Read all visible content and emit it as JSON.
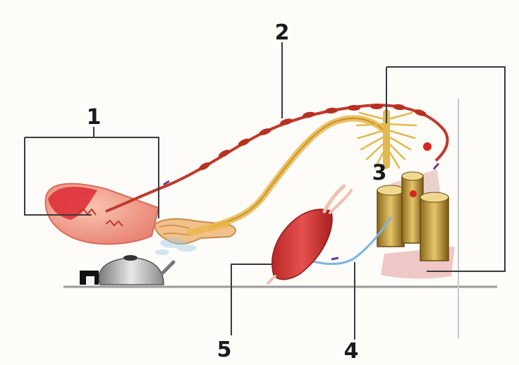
{
  "labels": {
    "one": "1",
    "two": "2",
    "three": "3",
    "four": "4",
    "five": "5"
  },
  "colors": {
    "skin": "#e3555a",
    "skin_light": "#f6b39c",
    "motor_nerve": "#c0392b",
    "sensory_nerve": "#e8b64a",
    "spinal_cord": "#f2dca0",
    "muscle": "#d43a3a",
    "efferent_blue": "#7ab6df",
    "receptor_purple": "#6e3a92",
    "kettle": "#b8b8b8",
    "frame_line": "#3a3a3a"
  },
  "icons": {
    "kettle": "kettle-icon",
    "hand": "hand-icon",
    "spinal-cord": "spinal-cord-icon"
  }
}
